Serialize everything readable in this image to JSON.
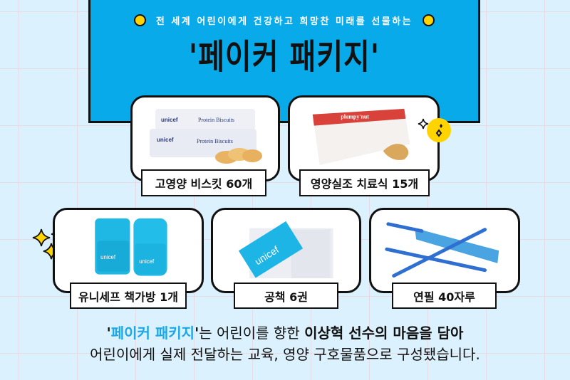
{
  "header": {
    "subtitle": "전 세계 어린이에게 건강하고 희망찬 미래를 선물하는",
    "title": "'페이커 패키지'"
  },
  "items": [
    {
      "label": "고영양 비스킷 60개",
      "image": "protein-biscuits"
    },
    {
      "label": "영양실조 치료식 15개",
      "image": "plumpy-nut"
    },
    {
      "label": "유니세프 책가방 1개",
      "image": "unicef-backpacks"
    },
    {
      "label": "공책 6권",
      "image": "unicef-notebooks"
    },
    {
      "label": "연필 40자루",
      "image": "blue-pencils"
    }
  ],
  "caption": {
    "line1_quote_open": "'",
    "line1_highlight": "페이커 패키지",
    "line1_quote_close": "'",
    "line1_mid": "는 어린이를 향한 ",
    "line1_bold": "이상혁 선수의 마음을 담아",
    "line2": "어린이에게 실제 전달하는 교육, 영양 구호물품으로 구성됐습니다."
  },
  "colors": {
    "background": "#dbf1fd",
    "header_blue": "#08aaea",
    "accent_yellow": "#ffd400",
    "highlight_blue": "#1ea7e8"
  }
}
